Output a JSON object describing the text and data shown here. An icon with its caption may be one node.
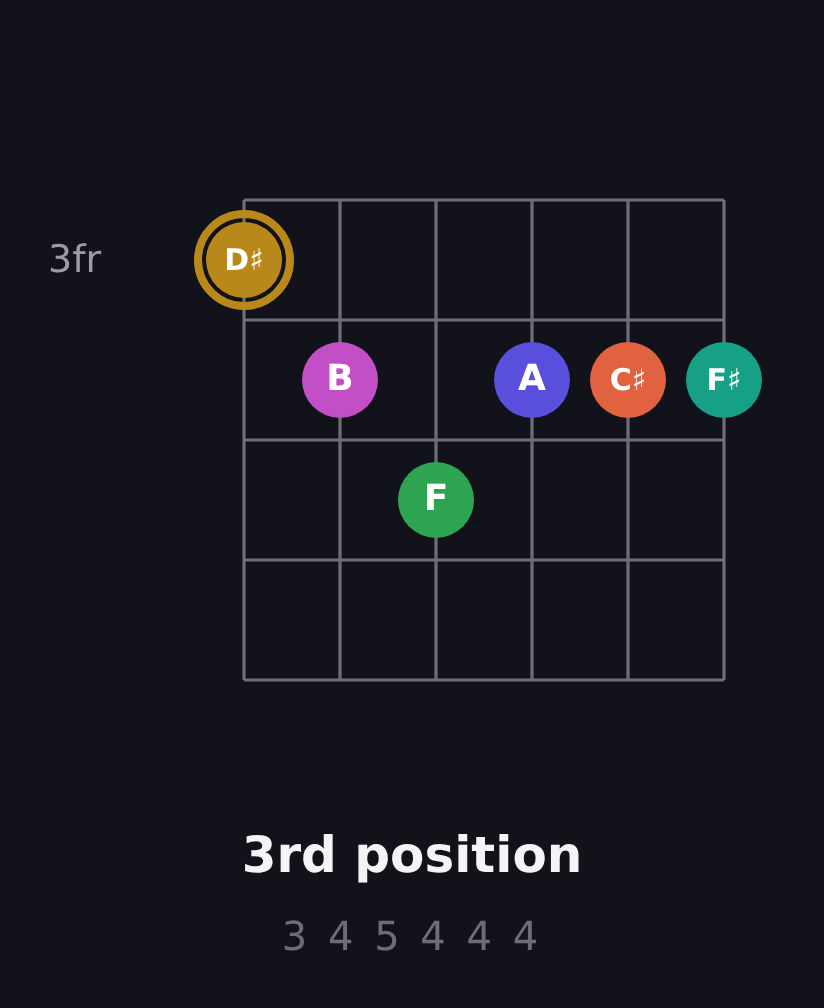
{
  "diagram": {
    "title": "3rd position",
    "caption": "3 4 5 4 4 4",
    "nodes": [
      {
        "text": [
          "D♯"
        ]
      },
      {
        "text": [
          "B"
        ]
      },
      {
        "text": [
          "A"
        ]
      },
      {
        "text": [
          "C♯"
        ]
      },
      {
        "text": [
          "F♯"
        ]
      },
      {
        "text": [
          "F"
        ]
      }
    ],
    "labels": [
      "3fr"
    ]
  }
}
